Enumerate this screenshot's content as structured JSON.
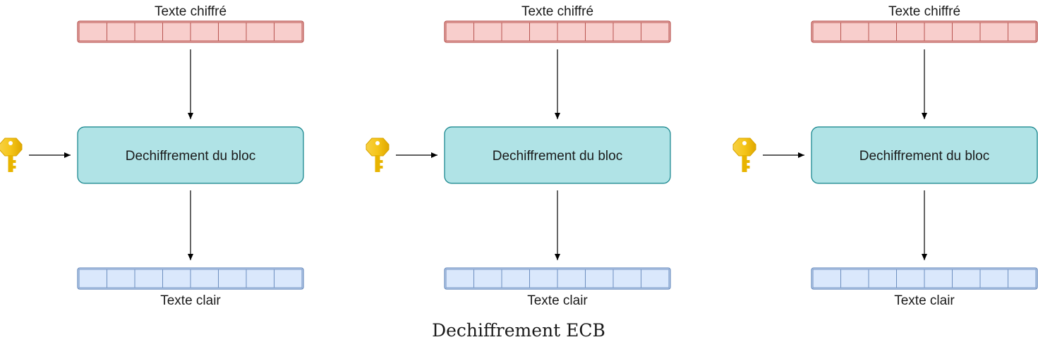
{
  "title": "Dechiffrement ECB",
  "colors": {
    "cipher_fill": "#f8cecc",
    "cipher_stroke": "#b85450",
    "plain_fill": "#dae8fc",
    "plain_stroke": "#6c8ebf",
    "process_fill": "#b0e3e6",
    "process_stroke": "#0e8088",
    "key_color": "#f5c518"
  },
  "blocks": [
    {
      "cipher_label": "Texte chiffré",
      "process_label": "Dechiffrement du bloc",
      "plain_label": "Texte clair",
      "key_icon": "key-icon"
    },
    {
      "cipher_label": "Texte chiffré",
      "process_label": "Dechiffrement du bloc",
      "plain_label": "Texte clair",
      "key_icon": "key-icon"
    },
    {
      "cipher_label": "Texte chiffré",
      "process_label": "Dechiffrement du bloc",
      "plain_label": "Texte clair",
      "key_icon": "key-icon"
    }
  ]
}
